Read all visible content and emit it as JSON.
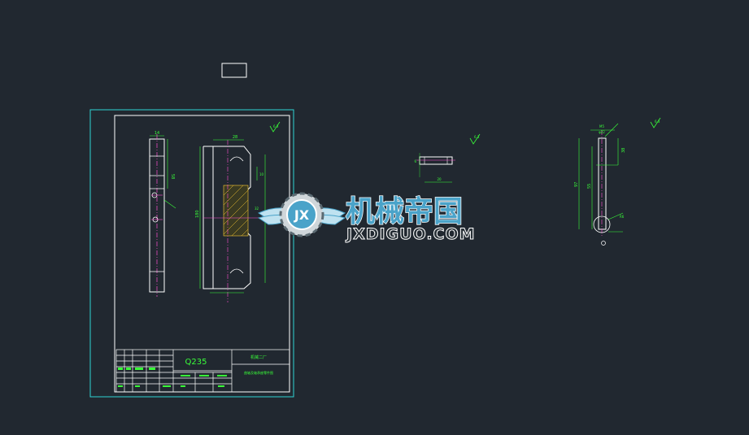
{
  "colors": {
    "background": "#212830",
    "frame": "#2fd3d3",
    "border": "#ffffff",
    "dimension": "#39ff39",
    "part_outline": "#ffffff",
    "hidden": "#ff4fd2",
    "hatch": "#ffcc33",
    "watermark_blue": "#4aa3c9"
  },
  "drawing": {
    "material": "Q235",
    "title_block_company": "机械二厂",
    "title_block_part": "曲轴及轴承座零件图"
  },
  "dimensions": {
    "d_14": "14",
    "d_58": "58",
    "d_28": "28",
    "d_180": "180",
    "d_32": "32",
    "d_10": "10",
    "d_20": "20",
    "d_6": "6",
    "d_50": "50",
    "d_55": "55",
    "d_38": "38",
    "d_97": "97",
    "d_phi22": "φ22",
    "d_r6": "R6",
    "d_m5": "M5",
    "roughness": "6.3"
  },
  "watermark": {
    "cn": "机械帝国",
    "en": "JXDIGUO.COM",
    "emblem_letters": "JX"
  }
}
